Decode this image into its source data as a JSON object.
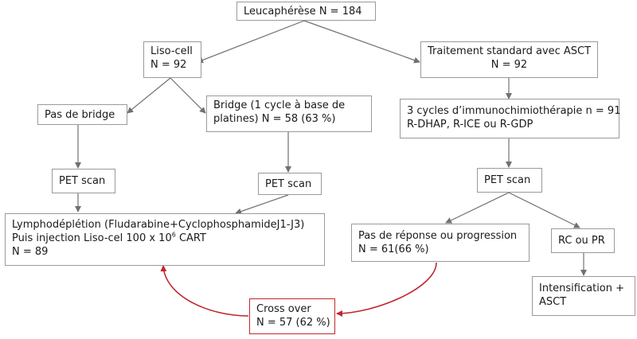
{
  "nodes": {
    "leucapherese": {
      "text": "Leucaphérèse N = 184"
    },
    "liso_cell": {
      "line1": "Liso-cell",
      "line2": "N = 92"
    },
    "standard": {
      "line1": "Traitement standard avec ASCT",
      "line2": "N = 92"
    },
    "pas_bridge": {
      "text": "Pas de bridge"
    },
    "bridge": {
      "line1": "Bridge (1 cycle à base de",
      "line2": "platines) N = 58 (63 %)"
    },
    "immuno": {
      "line1": "3 cycles d’immunochimiothérapie n = 91",
      "line2": "R-DHAP, R-ICE ou R-GDP"
    },
    "pet_left": {
      "text": "PET scan"
    },
    "pet_mid": {
      "text": "PET scan"
    },
    "pet_right": {
      "text": "PET scan"
    },
    "lympho": {
      "line1": "Lymphodéplétion (Fludarabine+CyclophosphamideJ1-J3)",
      "line2_pre": "Puis injection Liso-cel 100 x 10",
      "line2_sup": "6",
      "line2_post": " CART",
      "line3": "N = 89"
    },
    "no_response": {
      "line1": "Pas de réponse ou progression",
      "line2": "N = 61(66 %)"
    },
    "rc_pr": {
      "text": "RC ou PR"
    },
    "intensification": {
      "line1": "Intensification +",
      "line2": "ASCT"
    },
    "cross_over": {
      "line1": "Cross over",
      "line2": "N = 57 (62 %)"
    }
  },
  "colors": {
    "box_border": "#9a9a9a",
    "arrow": "#707070",
    "cross_over_accent": "#c0272d"
  }
}
